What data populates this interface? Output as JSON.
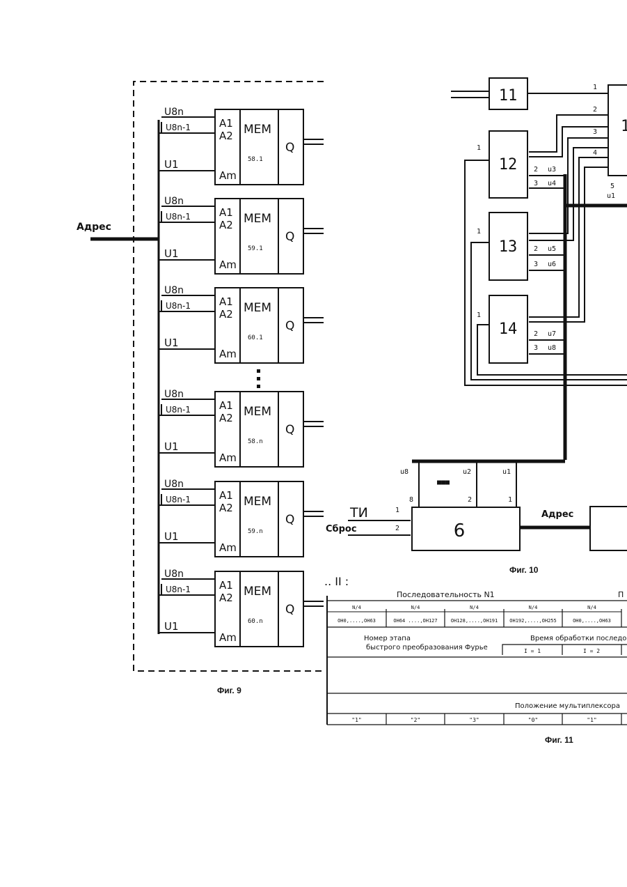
{
  "fig9": {
    "caption": "Фиг. 9",
    "address_label": "Адрес",
    "ellipsis": "⋮",
    "blocks": [
      {
        "in_top": "U8n",
        "in_mid": "U8n-1",
        "in_bot": "U1",
        "a1": "A1",
        "a2": "A2",
        "am": "Am",
        "mem": "MEM",
        "num": "58.1",
        "q": "Q"
      },
      {
        "in_top": "U8n",
        "in_mid": "U8n-1",
        "in_bot": "U1",
        "a1": "A1",
        "a2": "A2",
        "am": "Am",
        "mem": "MEM",
        "num": "59.1",
        "q": "Q"
      },
      {
        "in_top": "U8n",
        "in_mid": "U8n-1",
        "in_bot": "U1",
        "a1": "A1",
        "a2": "A2",
        "am": "Am",
        "mem": "MEM",
        "num": "60.1",
        "q": "Q"
      },
      {
        "in_top": "U8n",
        "in_mid": "U8n-1",
        "in_bot": "U1",
        "a1": "A1",
        "a2": "A2",
        "am": "Am",
        "mem": "MEM",
        "num": "58.n",
        "q": "Q"
      },
      {
        "in_top": "U8n",
        "in_mid": "U8n-1",
        "in_bot": "U1",
        "a1": "A1",
        "a2": "A2",
        "am": "Am",
        "mem": "MEM",
        "num": "59.n",
        "q": "Q"
      },
      {
        "in_top": "U8n",
        "in_mid": "U8n-1",
        "in_bot": "U1",
        "a1": "A1",
        "a2": "A2",
        "am": "Am",
        "mem": "MEM",
        "num": "60.n",
        "q": "Q"
      }
    ]
  },
  "fig10": {
    "caption": "Фиг. 10",
    "blocks": [
      "11",
      "12",
      "13",
      "14",
      "6"
    ],
    "partial_block": "1",
    "bus_inputs": [
      "1",
      "2",
      "3",
      "4",
      "5"
    ],
    "block12_ports": [
      "1",
      "2",
      "u3",
      "3",
      "u4"
    ],
    "block13_ports": [
      "1",
      "2",
      "u5",
      "3",
      "u6"
    ],
    "block14_ports": [
      "1",
      "2",
      "u7",
      "3",
      "u8"
    ],
    "u1_label": "u1",
    "counter": {
      "u8": "u8",
      "u2": "u2",
      "u1": "u1",
      "p8": "8",
      "p2": "2",
      "p1": "1",
      "dots": "■■■"
    },
    "ti_label": "ТИ",
    "ti_port": "1",
    "reset_label": "Сброс",
    "reset_port": "2",
    "address_label": "Адрес"
  },
  "fig11": {
    "caption": "Фиг. 11",
    "corner_marks": "..  II  :",
    "seq1_label": "Последовательность    N1",
    "seq2_partial": "П",
    "quarter_label": "N/4",
    "ranges": [
      "OH0,....,OH63",
      "OH64 ....,OH127",
      "OH128,....,OH191",
      "OH192,....,OH255",
      "OH0,....,OH63"
    ],
    "stage_line1": "Номер этапа",
    "stage_line2": "быстрого преобразования Фурье",
    "time_label": "Время обработки последо",
    "i_values": [
      "I = 1",
      "I = 2"
    ],
    "mux_label": "Положение мультиплексора",
    "mux_positions": [
      "\"1\"",
      "\"2\"",
      "\"3\"",
      "\"0\"",
      "\"1\""
    ]
  }
}
